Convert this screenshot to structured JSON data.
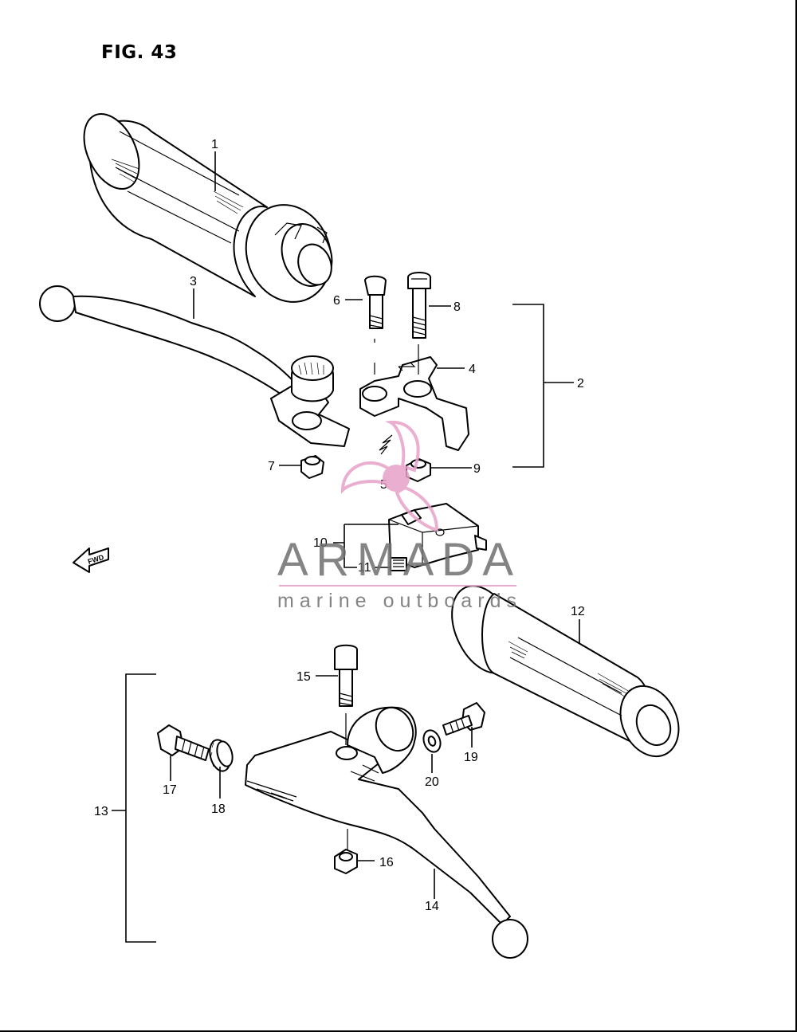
{
  "figure": {
    "title": "FIG. 43"
  },
  "fwd_label": "FWD",
  "callouts": {
    "c1": "1",
    "c2": "2",
    "c3": "3",
    "c4": "4",
    "c5": "5",
    "c6": "6",
    "c7": "7",
    "c8": "8",
    "c9": "9",
    "c10": "10",
    "c11": "11",
    "c12": "12",
    "c13": "13",
    "c14": "14",
    "c15": "15",
    "c16": "16",
    "c17": "17",
    "c18": "18",
    "c19": "19",
    "c20": "20"
  },
  "watermark": {
    "brand": "ARMADA",
    "tagline": "marine outboards",
    "brand_color": "#6e6e6e",
    "logo_color": "#e7a2c8"
  }
}
